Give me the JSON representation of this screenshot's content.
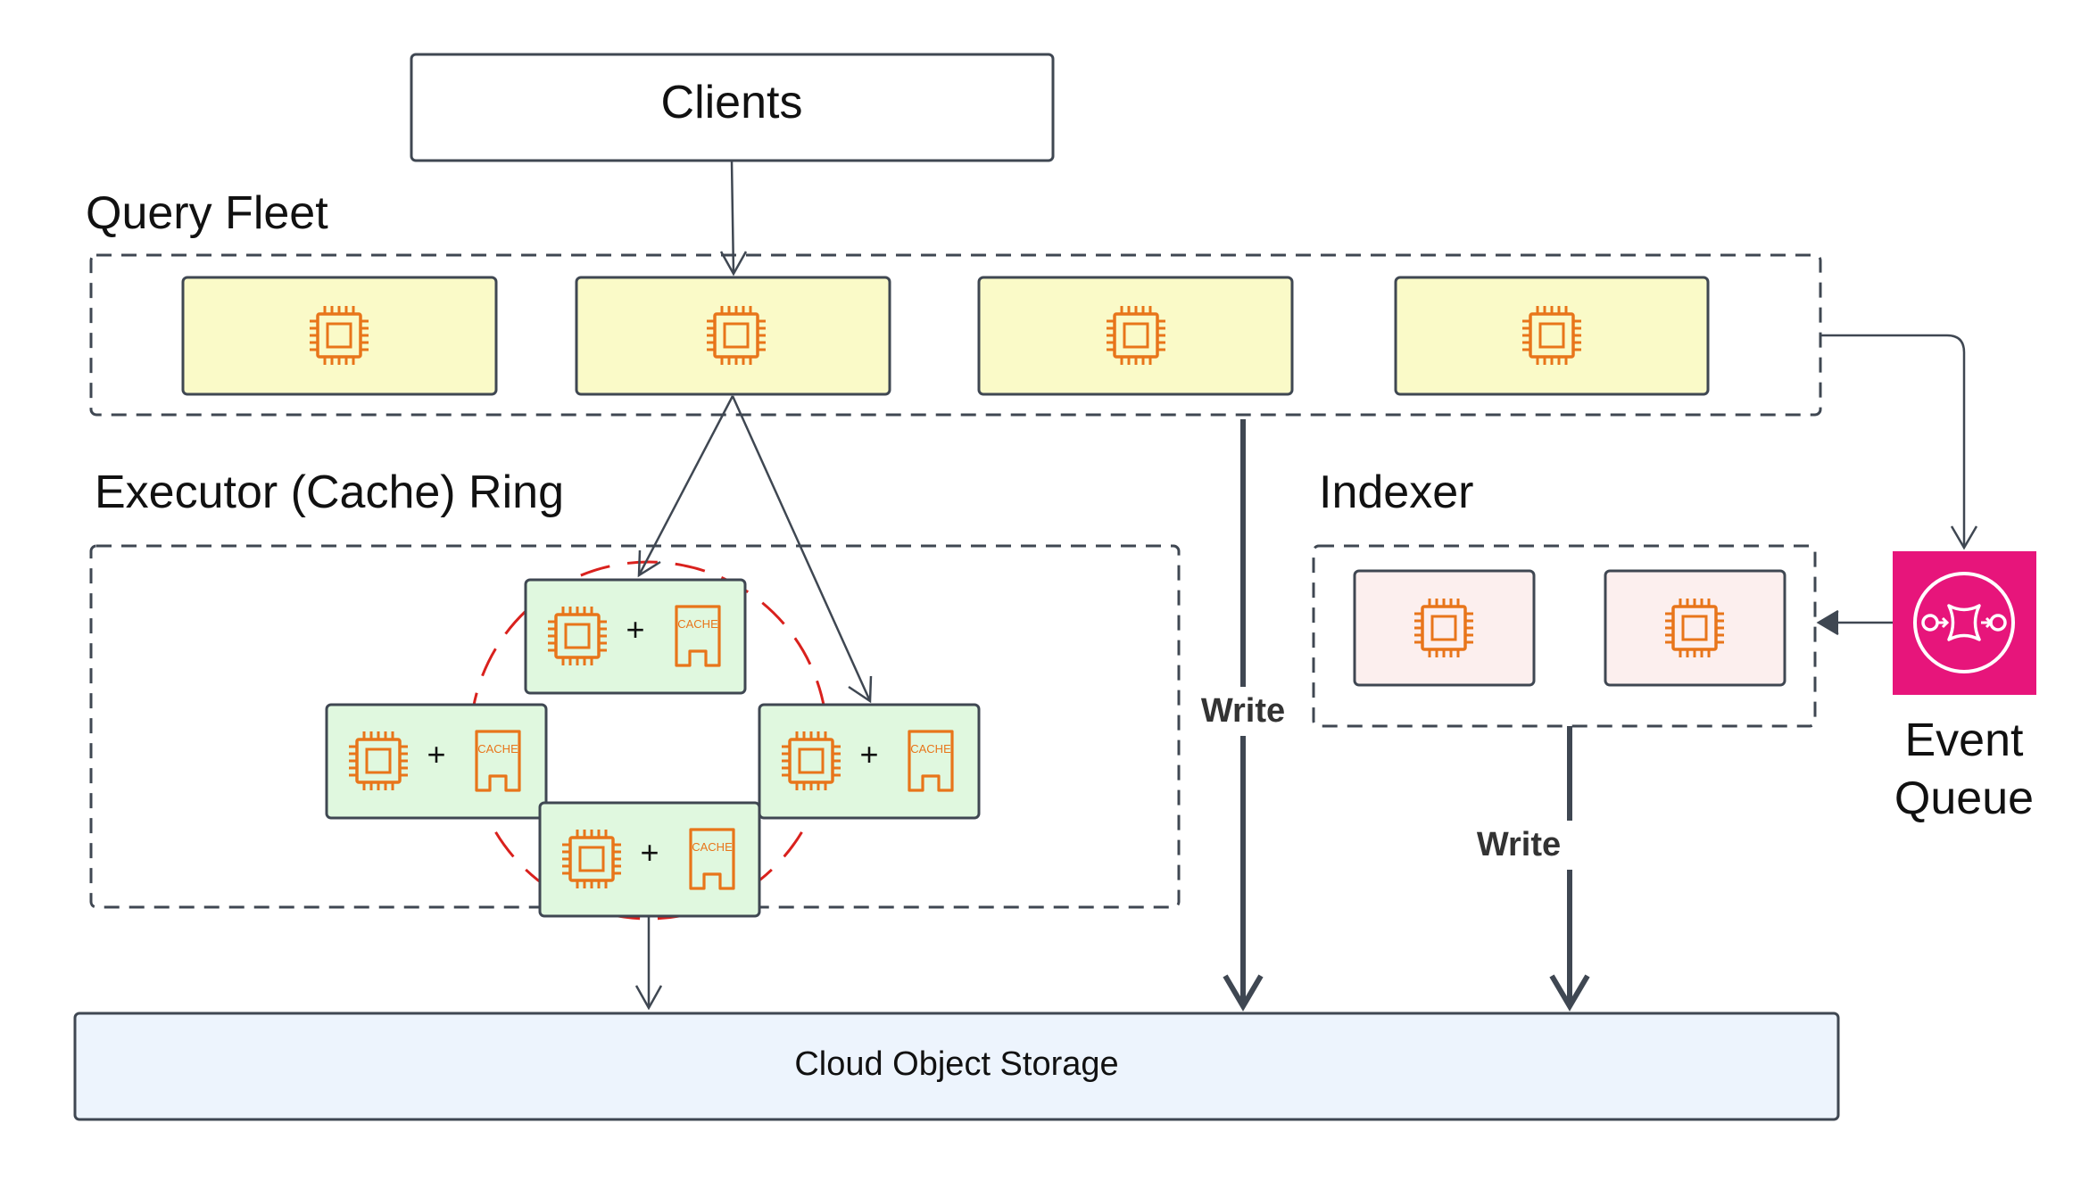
{
  "clients": {
    "label": "Clients"
  },
  "query_fleet": {
    "title": "Query Fleet",
    "node_count": 4
  },
  "executor_ring": {
    "title": "Executor (Cache) Ring",
    "plus": "+",
    "cache_label": "CACHE",
    "node_count": 4
  },
  "indexer": {
    "title": "Indexer",
    "node_count": 2
  },
  "event_queue": {
    "line1": "Event",
    "line2": "Queue"
  },
  "storage": {
    "label": "Cloud Object Storage"
  },
  "arrows": {
    "query_write": "Write",
    "indexer_write": "Write"
  },
  "colors": {
    "query_node_fill": "#fafac8",
    "executor_node_fill": "#e0f8df",
    "indexer_node_fill": "#fcefee",
    "storage_fill": "#edf4fd",
    "event_queue_fill": "#e7157b",
    "icon_orange": "#e8751a",
    "ring_red": "#d9211d",
    "line": "#3f4752"
  },
  "icons": {
    "compute": "cpu-chip-icon",
    "cache": "cache-icon",
    "queue": "queue-icon"
  }
}
